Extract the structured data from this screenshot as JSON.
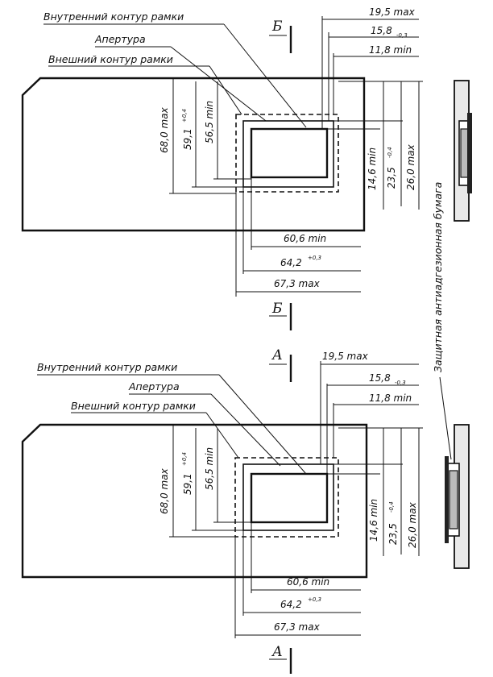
{
  "top": {
    "labels": {
      "inner": "Внутренний контур рамки",
      "aperture": "Апертура",
      "outer": "Внешний контур рамки"
    },
    "section_mark": "Б",
    "dims": {
      "d19_5": "19,5 max",
      "d15_8": "15,8",
      "d15_8_tol": "-0,3",
      "d11_8": "11,8 min",
      "d68": "68,0 max",
      "d59_1": "59,1",
      "d59_1_tol": "+0,4",
      "d56_5": "56,5 min",
      "d14_6": "14,6 min",
      "d23_5": "23,5",
      "d23_5_tol": "-0,4",
      "d26": "26,0 max",
      "d60_6": "60,6 min",
      "d64_2": "64,2",
      "d64_2_tol": "+0,3",
      "d67_3": "67,3 max"
    }
  },
  "bottom": {
    "labels": {
      "inner": "Внутренний контур рамки",
      "aperture": "Апертура",
      "outer": "Внешний контур рамки"
    },
    "section_mark": "А",
    "dims": {
      "d19_5": "19,5 max",
      "d15_8": "15,8",
      "d15_8_tol": "-0,3",
      "d11_8": "11,8 min",
      "d68": "68,0 max",
      "d59_1": "59,1",
      "d59_1_tol": "+0,4",
      "d56_5": "56,5 min",
      "d14_6": "14,6 min",
      "d23_5": "23,5",
      "d23_5_tol": "-0,4",
      "d26": "26,0 max",
      "d60_6": "60,6 min",
      "d64_2": "64,2",
      "d64_2_tol": "+0,3",
      "d67_3": "67,3 max"
    }
  },
  "side_label": "Защитная антиадгезионная бумага"
}
